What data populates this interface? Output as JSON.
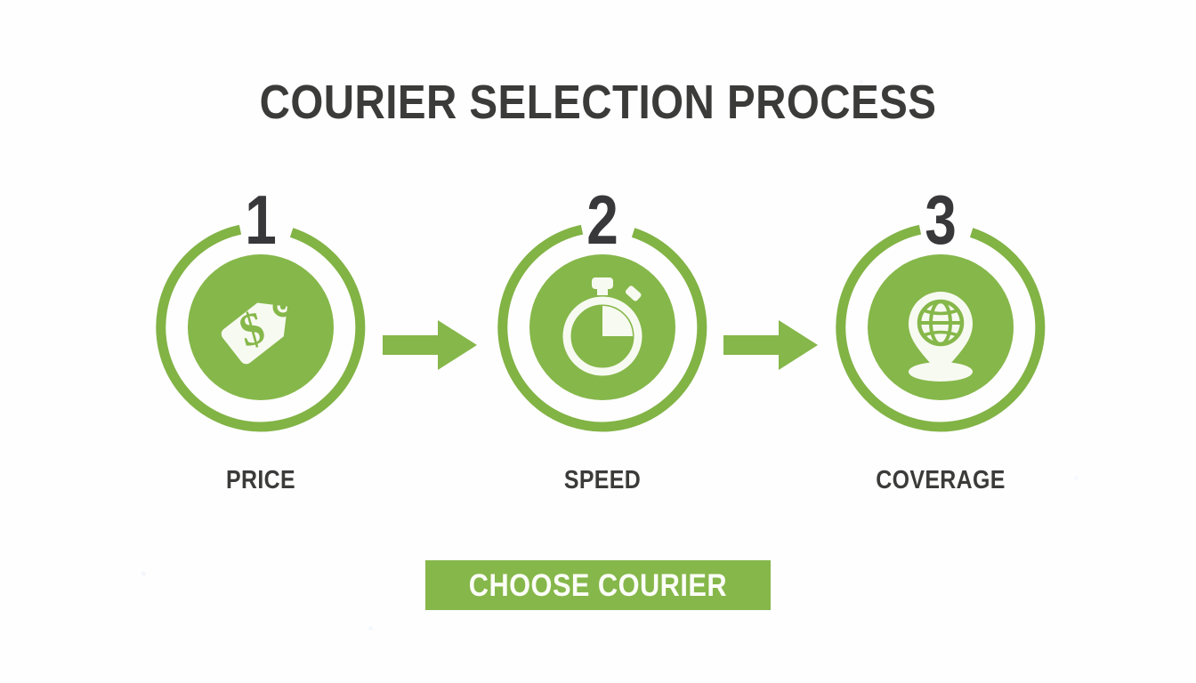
{
  "title": "COURIER SELECTION PROCESS",
  "colors": {
    "green": "#86b74a",
    "green_ring": "#82b345",
    "dark_text": "#3b3b39",
    "background": "#fefeff",
    "icon_white": "#f7faf1"
  },
  "steps": [
    {
      "number": "1",
      "label": "PRICE",
      "icon": "price-tag-dollar-icon"
    },
    {
      "number": "2",
      "label": "SPEED",
      "icon": "stopwatch-icon"
    },
    {
      "number": "3",
      "label": "COVERAGE",
      "icon": "globe-map-pin-icon"
    }
  ],
  "connectors": [
    {
      "icon": "arrow-right-icon"
    },
    {
      "icon": "arrow-right-icon"
    }
  ],
  "cta": {
    "label": "CHOOSE COURIER"
  }
}
